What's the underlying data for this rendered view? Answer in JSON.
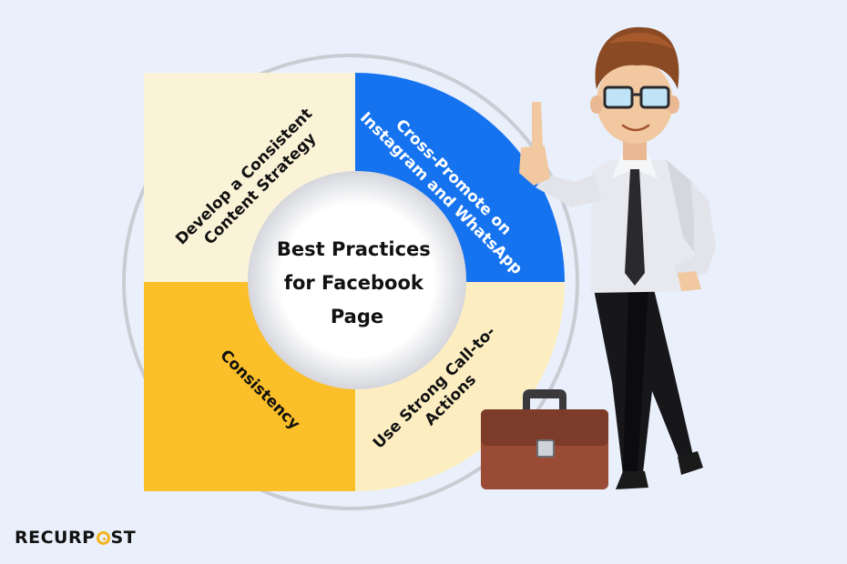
{
  "center": {
    "lines": [
      "Best Practices",
      "for Facebook",
      "Page"
    ]
  },
  "segments": [
    {
      "id": "top-left",
      "lines": [
        "Develop a Consistent",
        "Content Strategy"
      ],
      "color": "#fbf3d8",
      "text_color": "#111111"
    },
    {
      "id": "top-right",
      "lines": [
        "Cross-Promote on",
        "Instagram and WhatsApp"
      ],
      "color": "#1673f0",
      "text_color": "#ffffff"
    },
    {
      "id": "bottom-right",
      "lines": [
        "Use Strong Call-to-",
        "Actions"
      ],
      "color": "#fdeec2",
      "text_color": "#111111"
    },
    {
      "id": "bottom-left",
      "lines": [
        "Consistency"
      ],
      "color": "#fbbf29",
      "text_color": "#111111"
    }
  ],
  "brand": {
    "before": "RECURP",
    "after": "ST",
    "accent": "#f3b51b"
  },
  "colors": {
    "background": "#e9effb",
    "outer_ring": "#c9ccd3"
  },
  "illustration": {
    "character": "businessman-pointing-up",
    "prop": "briefcase-icon"
  }
}
